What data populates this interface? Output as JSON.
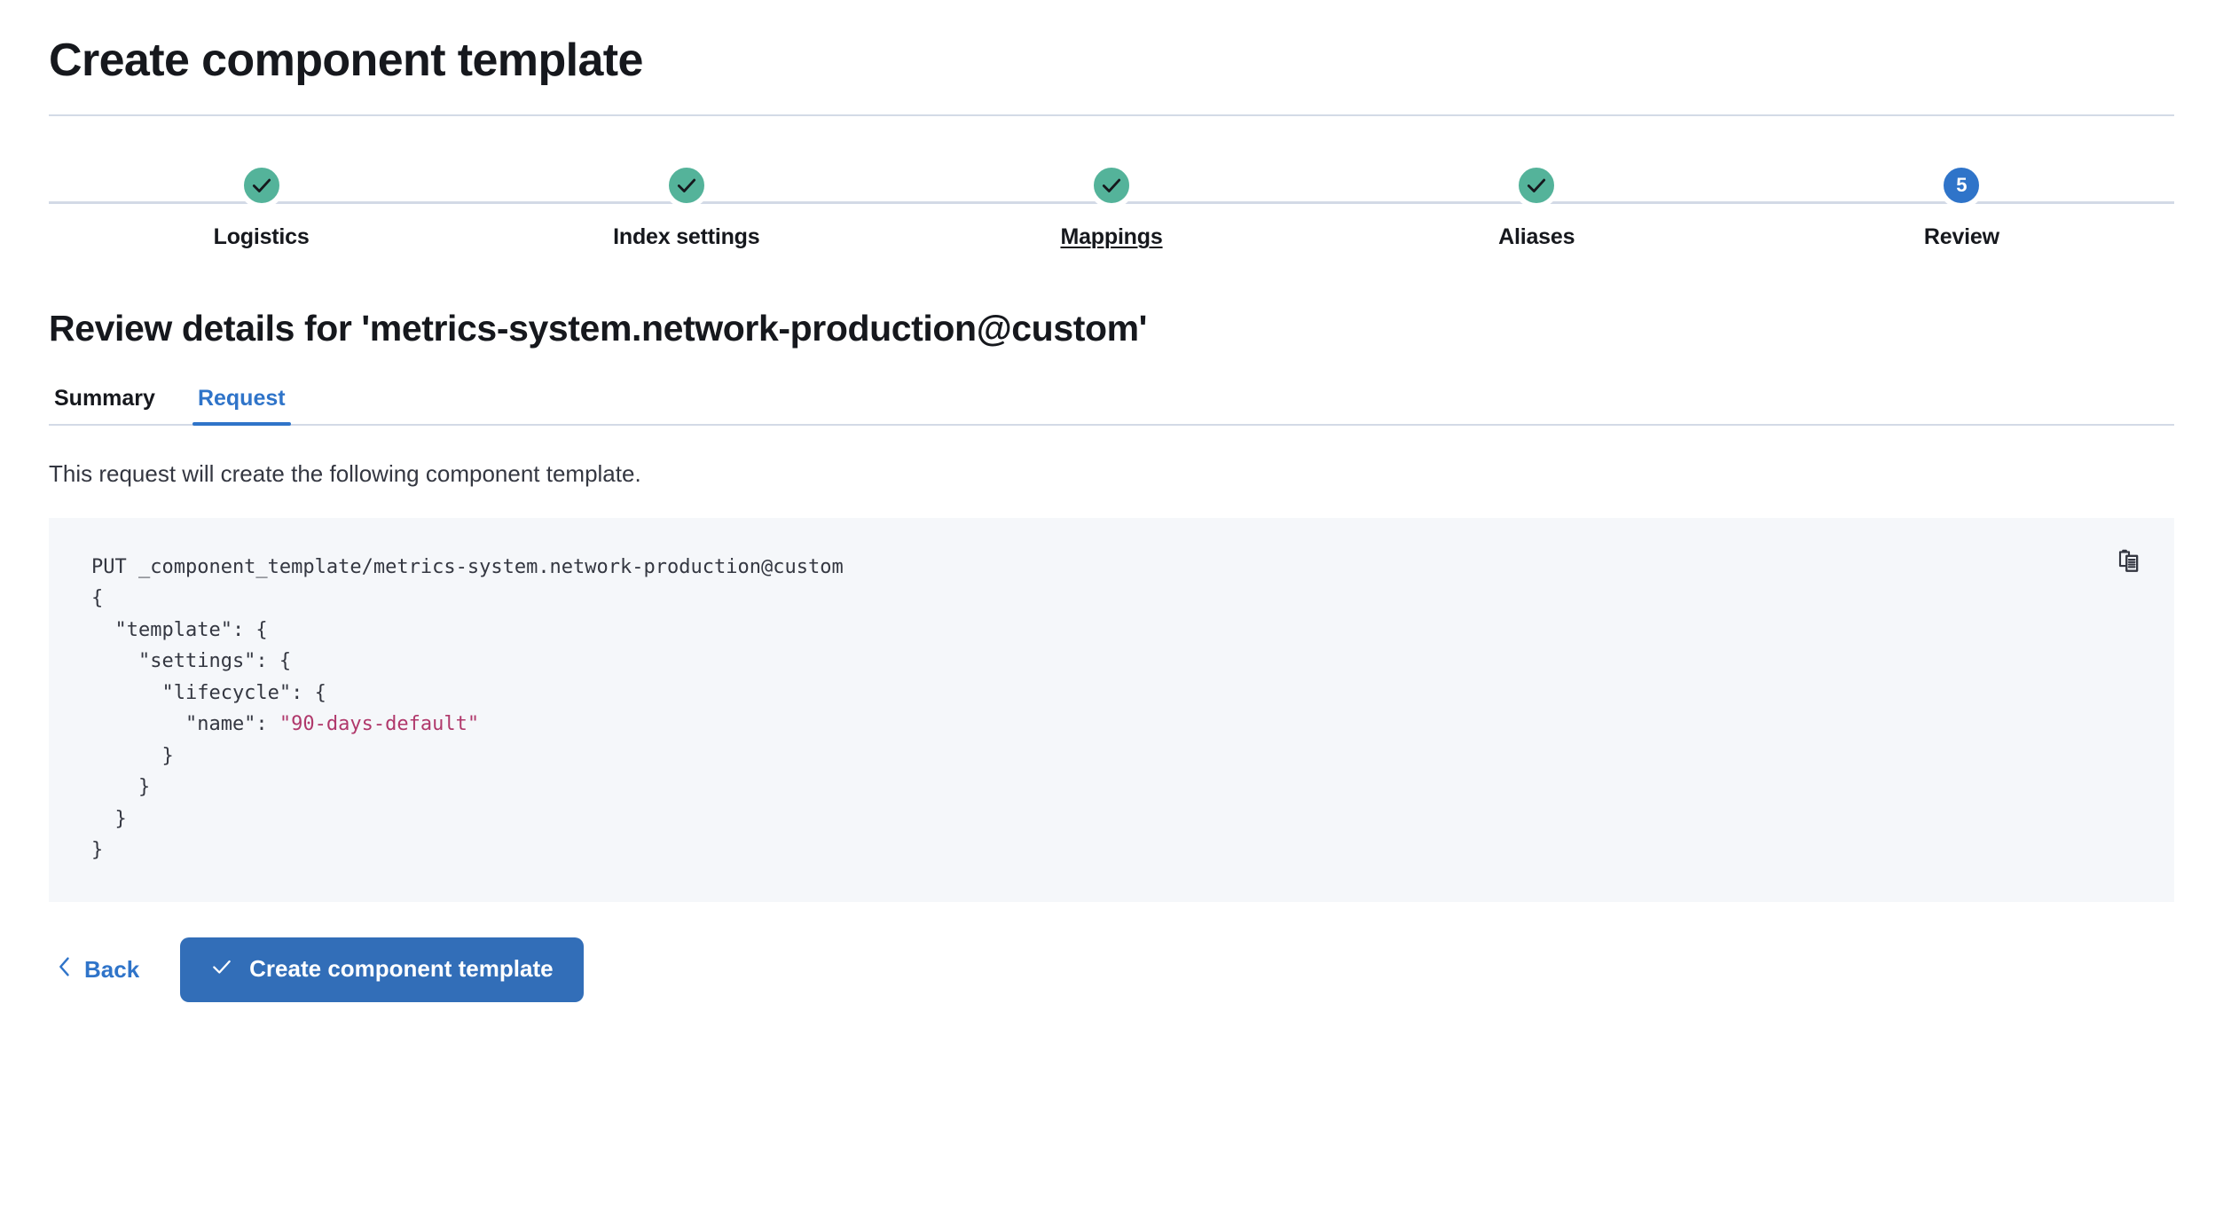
{
  "page": {
    "title": "Create component template"
  },
  "stepper": {
    "steps": [
      {
        "label": "Logistics",
        "state": "complete",
        "number": "1",
        "icon": "check-icon",
        "hovered": false
      },
      {
        "label": "Index settings",
        "state": "complete",
        "number": "2",
        "icon": "check-icon",
        "hovered": false
      },
      {
        "label": "Mappings",
        "state": "complete",
        "number": "3",
        "icon": "check-icon",
        "hovered": true
      },
      {
        "label": "Aliases",
        "state": "complete",
        "number": "4",
        "icon": "check-icon",
        "hovered": false
      },
      {
        "label": "Review",
        "state": "current",
        "number": "5",
        "icon": "",
        "hovered": false
      }
    ],
    "colors": {
      "complete": "#54b39a",
      "current": "#2f74c9",
      "connector": "#d3dae6"
    }
  },
  "review": {
    "heading": "Review details for 'metrics-system.network-production@custom'",
    "tabs": [
      {
        "label": "Summary",
        "active": false
      },
      {
        "label": "Request",
        "active": true
      }
    ],
    "description": "This request will create the following component template.",
    "request": {
      "method_line": "PUT _component_template/metrics-system.network-production@custom",
      "body_lines": [
        {
          "text": "{"
        },
        {
          "text": "  \"template\": {"
        },
        {
          "text": "    \"settings\": {"
        },
        {
          "text": "      \"lifecycle\": {"
        },
        {
          "text": "        \"name\": ",
          "string": "\"90-days-default\""
        },
        {
          "text": "      }"
        },
        {
          "text": "    }"
        },
        {
          "text": "  }"
        },
        {
          "text": "}"
        }
      ],
      "copy_icon": "copy-clipboard-icon",
      "background": "#f5f7fa",
      "string_color": "#b0386b"
    }
  },
  "footer": {
    "back_label": "Back",
    "back_icon": "chevron-left-icon",
    "submit_label": "Create component template",
    "submit_icon": "check-icon",
    "submit_color": "#326eb8"
  }
}
